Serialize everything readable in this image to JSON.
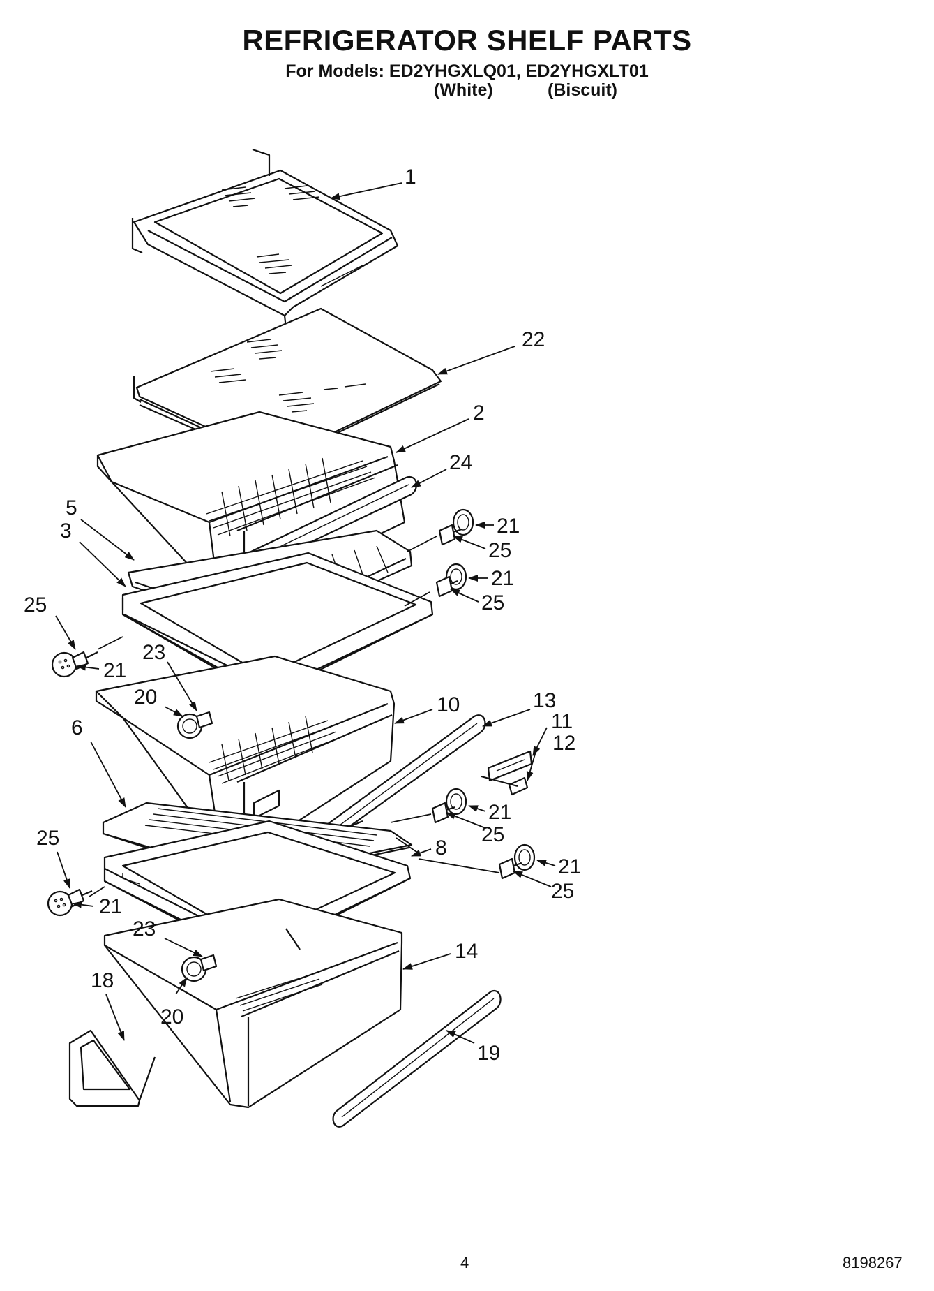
{
  "header": {
    "title": "REFRIGERATOR SHELF PARTS",
    "models_line": "For Models: ED2YHGXLQ01, ED2YHGXLT01",
    "variant_1": "(White)",
    "variant_2": "(Biscuit)"
  },
  "footer": {
    "page_number": "4",
    "document_number": "8198267"
  },
  "callouts": {
    "c1": "1",
    "c22": "22",
    "c2": "2",
    "c24": "24",
    "c5": "5",
    "c3": "3",
    "c21a": "21",
    "c25a": "25",
    "c21b": "21",
    "c25b": "25",
    "c25c": "25",
    "c21c": "21",
    "c23a": "23",
    "c20a": "20",
    "c10": "10",
    "c13": "13",
    "c11": "11",
    "c12": "12",
    "c6": "6",
    "c21d": "21",
    "c25d": "25",
    "c8": "8",
    "c21e": "21",
    "c25e": "25",
    "c25f": "25",
    "c21f": "21",
    "c23b": "23",
    "c14": "14",
    "c18": "18",
    "c20b": "20",
    "c19": "19"
  }
}
